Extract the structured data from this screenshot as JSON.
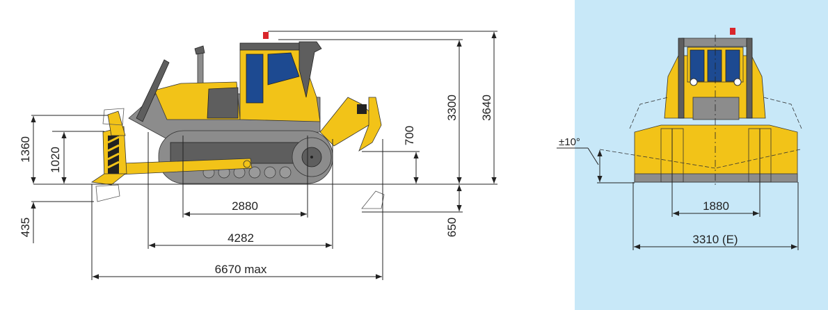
{
  "side_view": {
    "dimensions": {
      "blade_lift_max": "1360",
      "blade_lift": "1020",
      "blade_drop": "435",
      "ripper_lift": "700",
      "height_cab": "3300",
      "height_beacon": "3640",
      "ripper_depth": "650",
      "track_length": "2880",
      "track_overall": "4282",
      "overall_length": "6670 max"
    }
  },
  "front_view": {
    "dimensions": {
      "blade_tilt": "±10°",
      "track_gauge": "1880",
      "blade_width": "3310 (E)"
    }
  },
  "colors": {
    "machine_yellow": "#f2c318",
    "frame_gray": "#8c8c8c",
    "glass_blue": "#1d4a91",
    "panel_background": "#c8e8f8",
    "beacon_red": "#d9262b"
  }
}
